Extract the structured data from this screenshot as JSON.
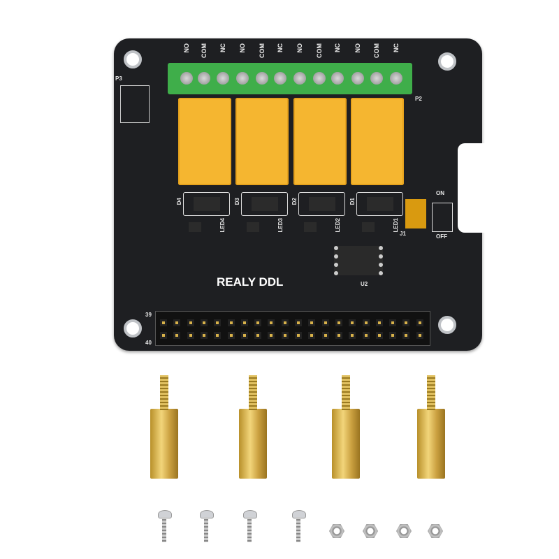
{
  "board": {
    "brand_text": "REALY DDL",
    "terminal_labels": [
      "NO",
      "COM",
      "NC",
      "NO",
      "COM",
      "NC",
      "NO",
      "COM",
      "NC",
      "NO",
      "COM",
      "NC"
    ],
    "connector_labels": {
      "p2": "P2",
      "p3": "P3",
      "j1": "J1",
      "u2": "U2"
    },
    "switch_labels": {
      "on": "ON",
      "off": "OFF"
    },
    "diodes": [
      "D4",
      "D3",
      "D2",
      "D1"
    ],
    "leds": [
      "LED4",
      "LED3",
      "LED2",
      "LED1"
    ],
    "header_pins": {
      "first": "39",
      "last": "40"
    }
  },
  "colors": {
    "pcb": "#1e1f22",
    "terminal": "#3fae4a",
    "relay": "#f5b630",
    "brass": "#d4b050"
  }
}
